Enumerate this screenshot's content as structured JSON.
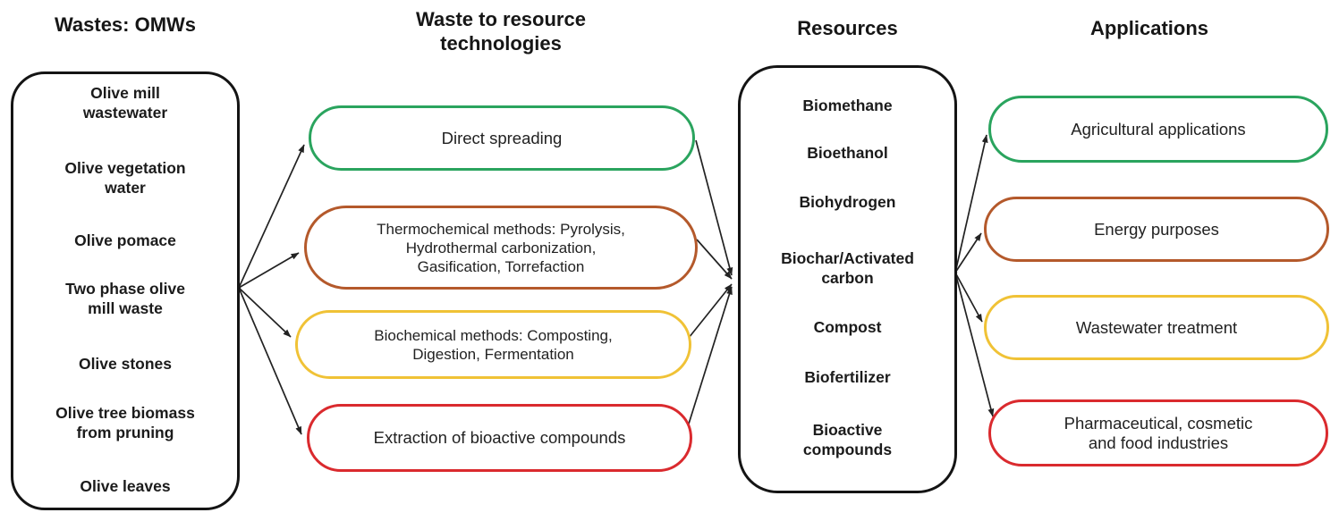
{
  "colors": {
    "green": "#2aa45e",
    "brown": "#b4592b",
    "yellow": "#f0c236",
    "red": "#da2a2e",
    "arrow": "#222222",
    "box_border": "#141414"
  },
  "wastes": {
    "header": "Wastes: OMWs",
    "items": [
      "Olive mill\nwastewater",
      "Olive vegetation\nwater",
      "Olive pomace",
      "Two phase olive\nmill waste",
      "Olive stones",
      "Olive tree biomass\nfrom pruning",
      "Olive leaves"
    ]
  },
  "technologies": {
    "header": "Waste to resource\ntechnologies",
    "ovals": [
      {
        "label": "Direct spreading",
        "color": "#2aa45e"
      },
      {
        "label": "Thermochemical methods: Pyrolysis,\nHydrothermal carbonization,\nGasification, Torrefaction",
        "color": "#b4592b"
      },
      {
        "label": "Biochemical methods: Composting,\nDigestion, Fermentation",
        "color": "#f0c236"
      },
      {
        "label": "Extraction of bioactive compounds",
        "color": "#da2a2e"
      }
    ]
  },
  "resources": {
    "header": "Resources",
    "items": [
      "Biomethane",
      "Bioethanol",
      "Biohydrogen",
      "Biochar/Activated\ncarbon",
      "Compost",
      "Biofertilizer",
      "Bioactive\ncompounds"
    ]
  },
  "applications": {
    "header": "Applications",
    "ovals": [
      {
        "label": "Agricultural applications",
        "color": "#2aa45e"
      },
      {
        "label": "Energy purposes",
        "color": "#b4592b"
      },
      {
        "label": "Wastewater treatment",
        "color": "#f0c236"
      },
      {
        "label": "Pharmaceutical, cosmetic\nand food industries",
        "color": "#da2a2e"
      }
    ]
  },
  "connections": [
    {
      "from": "wastes-box",
      "to": "direct-spreading"
    },
    {
      "from": "wastes-box",
      "to": "thermochemical-methods"
    },
    {
      "from": "wastes-box",
      "to": "biochemical-methods"
    },
    {
      "from": "wastes-box",
      "to": "extraction-of-bioactive-compounds"
    },
    {
      "from": "direct-spreading",
      "to": "resources-box"
    },
    {
      "from": "thermochemical-methods",
      "to": "resources-box"
    },
    {
      "from": "biochemical-methods",
      "to": "resources-box"
    },
    {
      "from": "extraction-of-bioactive-compounds",
      "to": "resources-box"
    },
    {
      "from": "resources-box",
      "to": "agricultural-applications"
    },
    {
      "from": "resources-box",
      "to": "energy-purposes"
    },
    {
      "from": "resources-box",
      "to": "wastewater-treatment"
    },
    {
      "from": "resources-box",
      "to": "pharmaceutical-cosmetic-and-food-industries"
    }
  ]
}
